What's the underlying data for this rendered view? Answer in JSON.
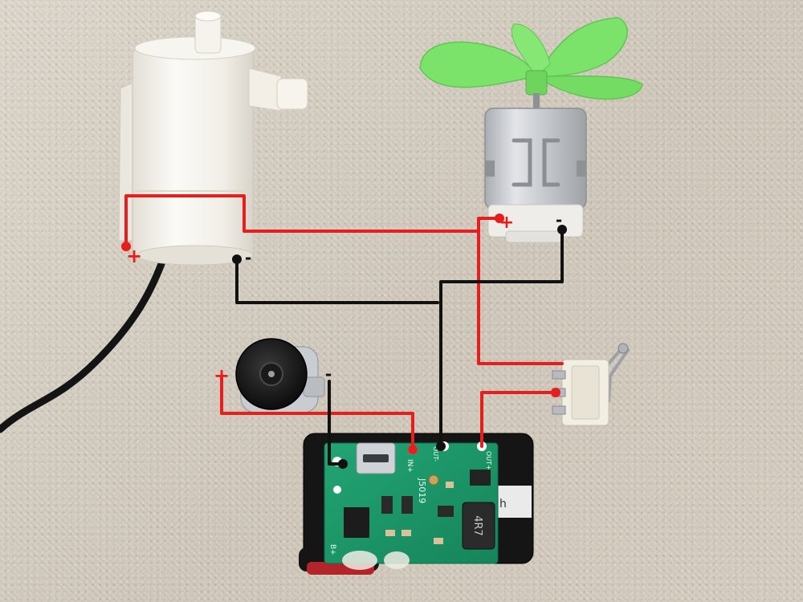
{
  "colors": {
    "positive_wire": "#e61e1e",
    "negative_wire": "#111111",
    "pcb_green": "#1f9a6a",
    "propeller_green": "#7be36a",
    "pump_white": "#f4f1ea"
  },
  "labels": {
    "pump_positive": "+",
    "pump_negative": "-",
    "motor_positive": "+",
    "motor_negative": "-",
    "jack_positive": "+",
    "jack_negative": "-"
  },
  "pcb": {
    "model": "J5019",
    "in_plus": "IN+",
    "out_minus": "OUT-",
    "out_plus": "OUT+",
    "inductor": "4R7",
    "bat_label": "B+",
    "cap_label": "h"
  }
}
